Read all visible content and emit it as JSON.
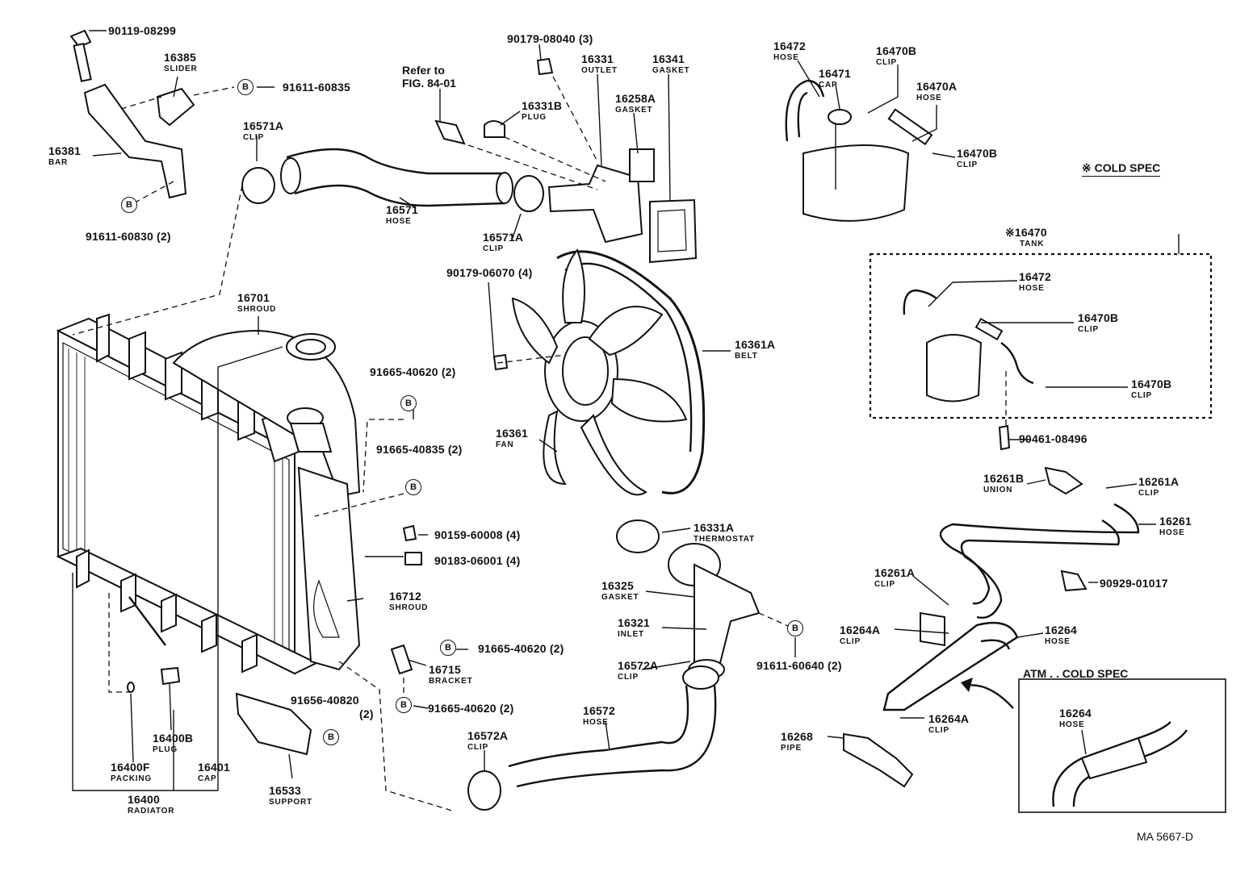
{
  "labels": [
    {
      "id": "p1",
      "pn": "90119-08299",
      "nm": ""
    },
    {
      "id": "p2",
      "pn": "16385",
      "nm": "SLIDER"
    },
    {
      "id": "p3",
      "pn": "91611-60835",
      "nm": ""
    },
    {
      "id": "p4",
      "pn": "16381",
      "nm": "BAR"
    },
    {
      "id": "p5",
      "pn": "91611-60830 (2)",
      "nm": ""
    },
    {
      "id": "p6",
      "pn": "16571A",
      "nm": "CLIP"
    },
    {
      "id": "p7",
      "pn": "16571",
      "nm": "HOSE"
    },
    {
      "id": "p8",
      "pn": "16571A",
      "nm": "CLIP"
    },
    {
      "id": "p9",
      "pn": "Refer to",
      "nm": ""
    },
    {
      "id": "p10",
      "pn": "FIG. 84-01",
      "nm": ""
    },
    {
      "id": "p11",
      "pn": "90179-08040 (3)",
      "nm": ""
    },
    {
      "id": "p12",
      "pn": "16331B",
      "nm": "PLUG"
    },
    {
      "id": "p13",
      "pn": "16331",
      "nm": "OUTLET"
    },
    {
      "id": "p14",
      "pn": "16258A",
      "nm": "GASKET"
    },
    {
      "id": "p15",
      "pn": "16341",
      "nm": "GASKET"
    },
    {
      "id": "p16",
      "pn": "16472",
      "nm": "HOSE"
    },
    {
      "id": "p17",
      "pn": "16471",
      "nm": "CAP"
    },
    {
      "id": "p18",
      "pn": "16470B",
      "nm": "CLIP"
    },
    {
      "id": "p19",
      "pn": "16470A",
      "nm": "HOSE"
    },
    {
      "id": "p20",
      "pn": "16470B",
      "nm": "CLIP"
    },
    {
      "id": "p21",
      "pn": "※ COLD SPEC",
      "nm": ""
    },
    {
      "id": "p22",
      "pn": "※16470",
      "nm": "TANK"
    },
    {
      "id": "p23",
      "pn": "16472",
      "nm": "HOSE"
    },
    {
      "id": "p24",
      "pn": "16470B",
      "nm": "CLIP"
    },
    {
      "id": "p25",
      "pn": "16470B",
      "nm": "CLIP"
    },
    {
      "id": "p26",
      "pn": "90461-08496",
      "nm": ""
    },
    {
      "id": "p27",
      "pn": "90179-06070 (4)",
      "nm": ""
    },
    {
      "id": "p28",
      "pn": "16361A",
      "nm": "BELT"
    },
    {
      "id": "p29",
      "pn": "16361",
      "nm": "FAN"
    },
    {
      "id": "p30",
      "pn": "16701",
      "nm": "SHROUD"
    },
    {
      "id": "p31",
      "pn": "91665-40620 (2)",
      "nm": ""
    },
    {
      "id": "p32",
      "pn": "91665-40835 (2)",
      "nm": ""
    },
    {
      "id": "p33",
      "pn": "90159-60008 (4)",
      "nm": ""
    },
    {
      "id": "p34",
      "pn": "90183-06001 (4)",
      "nm": ""
    },
    {
      "id": "p35",
      "pn": "16712",
      "nm": "SHROUD"
    },
    {
      "id": "p36",
      "pn": "91665-40620 (2)",
      "nm": ""
    },
    {
      "id": "p37",
      "pn": "16715",
      "nm": "BRACKET"
    },
    {
      "id": "p38",
      "pn": "91665-40620 (2)",
      "nm": ""
    },
    {
      "id": "p39",
      "pn": "91656-40820",
      "nm": ""
    },
    {
      "id": "p40",
      "pn": "(2)",
      "nm": ""
    },
    {
      "id": "p41",
      "pn": "16533",
      "nm": "SUPPORT"
    },
    {
      "id": "p42",
      "pn": "16400B",
      "nm": "PLUG"
    },
    {
      "id": "p43",
      "pn": "16400F",
      "nm": "PACKING"
    },
    {
      "id": "p44",
      "pn": "16401",
      "nm": "CAP"
    },
    {
      "id": "p45",
      "pn": "16400",
      "nm": "RADIATOR"
    },
    {
      "id": "p46",
      "pn": "16331A",
      "nm": "THERMOSTAT"
    },
    {
      "id": "p47",
      "pn": "16325",
      "nm": "GASKET"
    },
    {
      "id": "p48",
      "pn": "16321",
      "nm": "INLET"
    },
    {
      "id": "p49",
      "pn": "16572A",
      "nm": "CLIP"
    },
    {
      "id": "p50",
      "pn": "16572",
      "nm": "HOSE"
    },
    {
      "id": "p51",
      "pn": "16572A",
      "nm": "CLIP"
    },
    {
      "id": "p52",
      "pn": "91611-60640 (2)",
      "nm": ""
    },
    {
      "id": "p53",
      "pn": "16261B",
      "nm": "UNION"
    },
    {
      "id": "p54",
      "pn": "16261A",
      "nm": "CLIP"
    },
    {
      "id": "p55",
      "pn": "16261",
      "nm": "HOSE"
    },
    {
      "id": "p56",
      "pn": "90929-01017",
      "nm": ""
    },
    {
      "id": "p57",
      "pn": "16261A",
      "nm": "CLIP"
    },
    {
      "id": "p58",
      "pn": "16264A",
      "nm": "CLIP"
    },
    {
      "id": "p59",
      "pn": "16264",
      "nm": "HOSE"
    },
    {
      "id": "p60",
      "pn": "ATM . . COLD SPEC",
      "nm": ""
    },
    {
      "id": "p61",
      "pn": "16264A",
      "nm": "CLIP"
    },
    {
      "id": "p62",
      "pn": "16268",
      "nm": "PIPE"
    },
    {
      "id": "p63",
      "pn": "16264",
      "nm": "HOSE"
    },
    {
      "id": "p64",
      "pn": "MA 5667-D",
      "nm": ""
    }
  ],
  "badge_letter": "B"
}
